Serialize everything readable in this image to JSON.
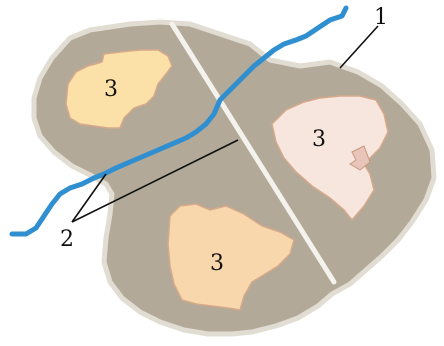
{
  "diagram": {
    "labels": {
      "boundary": "1",
      "lines": "2",
      "zone_top_left": "3",
      "zone_right": "3",
      "zone_bottom": "3"
    },
    "colors": {
      "territory_fill": "#b3a998",
      "territory_edge": "#e2ddd3",
      "river": "#2f8fd0",
      "divider": "#f4f2ec",
      "zone_top_left": "#fbe0a8",
      "zone_right": "#f7e6de",
      "zone_bottom": "#f8d7ad",
      "zone_edge": "#d6a98a",
      "leader": "#111111"
    }
  }
}
